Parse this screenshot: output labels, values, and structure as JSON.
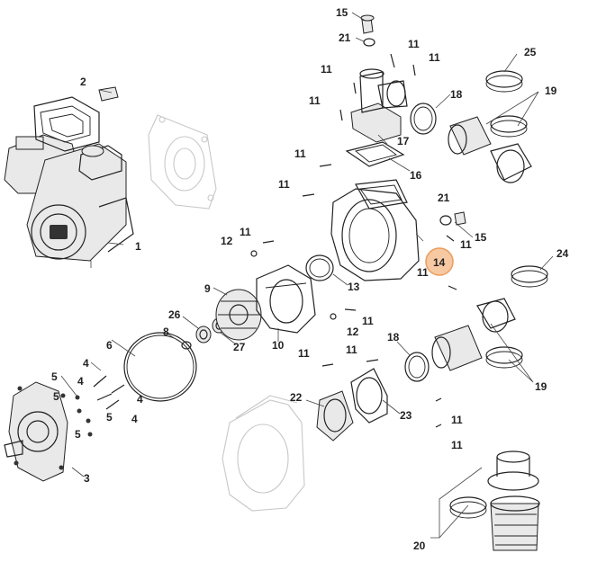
{
  "highlight": {
    "label": "14",
    "color": "#f5b98a",
    "stroke": "#e8924a"
  },
  "labels": {
    "p1": "1",
    "p2": "2",
    "p3": "3",
    "p4a": "4",
    "p4b": "4",
    "p4c": "4",
    "p4d": "4",
    "p5a": "5",
    "p5b": "5",
    "p5c": "5",
    "p5d": "5",
    "p6": "6",
    "p8": "8",
    "p9": "9",
    "p10": "10",
    "p11a": "11",
    "p11b": "11",
    "p11c": "11",
    "p11d": "11",
    "p11e": "11",
    "p11f": "11",
    "p11g": "11",
    "p11h": "11",
    "p11i": "11",
    "p11j": "11",
    "p11k": "11",
    "p11l": "11",
    "p11m": "11",
    "p11n": "11",
    "p11o": "11",
    "p11p": "11",
    "p12a": "12",
    "p12b": "12",
    "p13": "13",
    "p15a": "15",
    "p15b": "15",
    "p16": "16",
    "p17": "17",
    "p18a": "18",
    "p18b": "18",
    "p19a": "19",
    "p19b": "19",
    "p20": "20",
    "p21a": "21",
    "p21b": "21",
    "p22": "22",
    "p23": "23",
    "p24": "24",
    "p25": "25",
    "p26": "26",
    "p27": "27"
  }
}
